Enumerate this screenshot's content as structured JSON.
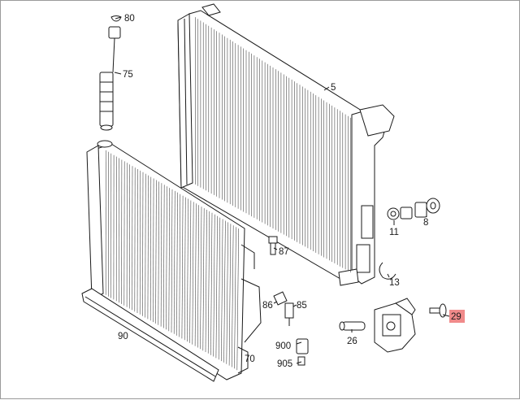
{
  "diagram": {
    "callouts": {
      "p80": "80",
      "p75": "75",
      "p5": "5",
      "p11": "11",
      "p8": "8",
      "p87": "87",
      "p13": "13",
      "p86": "86",
      "p85": "85",
      "p90": "90",
      "p26": "26",
      "p29": "29",
      "p900": "900",
      "p905": "905",
      "p70": "70"
    },
    "highlighted_part": "29",
    "highlight_color": "#f08a8a"
  }
}
